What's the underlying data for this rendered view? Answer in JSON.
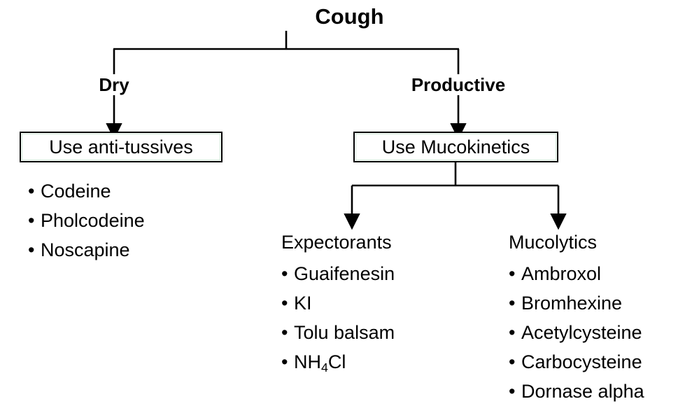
{
  "diagram": {
    "root": {
      "label": "Cough"
    },
    "branches": [
      {
        "label": "Dry"
      },
      {
        "label": "Productive"
      }
    ],
    "boxes": [
      {
        "label": "Use anti-tussives"
      },
      {
        "label": "Use Mucokinetics"
      }
    ],
    "groups": [
      {
        "heading": "",
        "items": [
          "Codeine",
          "Pholcodeine",
          "Noscapine"
        ]
      },
      {
        "heading": "Expectorants",
        "items": [
          "Guaifenesin",
          "KI",
          "Tolu balsam",
          "NH4Cl"
        ]
      },
      {
        "heading": "Mucolytics",
        "items": [
          "Ambroxol",
          "Bromhexine",
          "Acetylcysteine",
          "Carbocysteine",
          "Dornase alpha"
        ]
      }
    ],
    "bullet": "•",
    "colors": {
      "background": "#ffffff",
      "line": "#000000",
      "text": "#000000",
      "box_border": "#000000",
      "box_inner_tint": "#cfe8d6"
    }
  }
}
